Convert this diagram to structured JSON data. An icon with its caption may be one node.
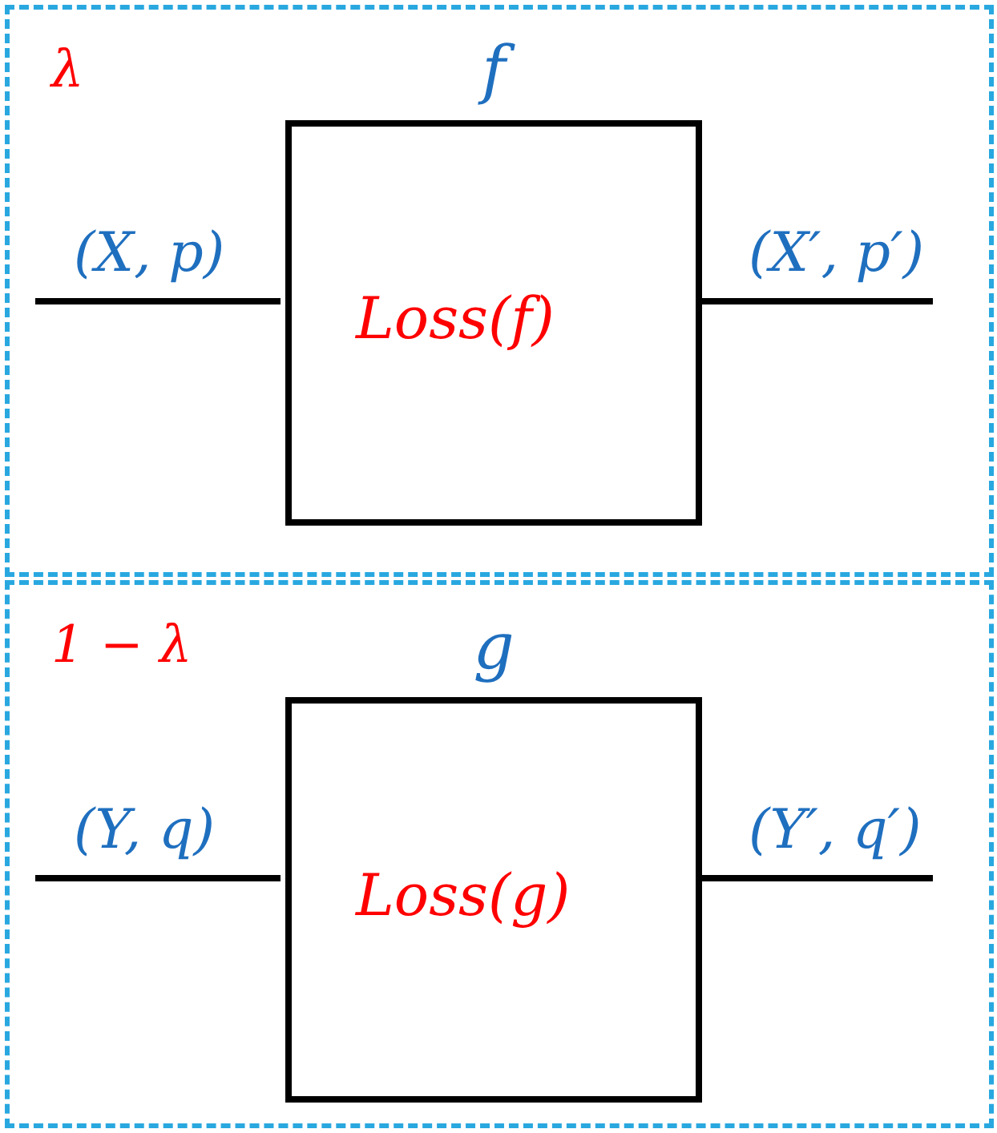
{
  "diagram": {
    "nodes": [
      {
        "text": [
          "λ"
        ]
      },
      {
        "text": [
          "f",
          "Loss(f)"
        ],
        "in": 0
      },
      {
        "text": [
          "1 − λ"
        ]
      },
      {
        "text": [
          "g",
          "Loss(g)"
        ],
        "in": 2
      }
    ],
    "edges": [
      {
        "from": null,
        "to": 1,
        "arrow": "none",
        "label": "(X, p)"
      },
      {
        "from": 1,
        "to": null,
        "arrow": "none",
        "label": "(X′, p′)"
      },
      {
        "from": null,
        "to": 3,
        "arrow": "none",
        "label": "(Y, q)"
      },
      {
        "from": 3,
        "to": null,
        "arrow": "none",
        "label": "(Y′, q′)"
      }
    ]
  }
}
